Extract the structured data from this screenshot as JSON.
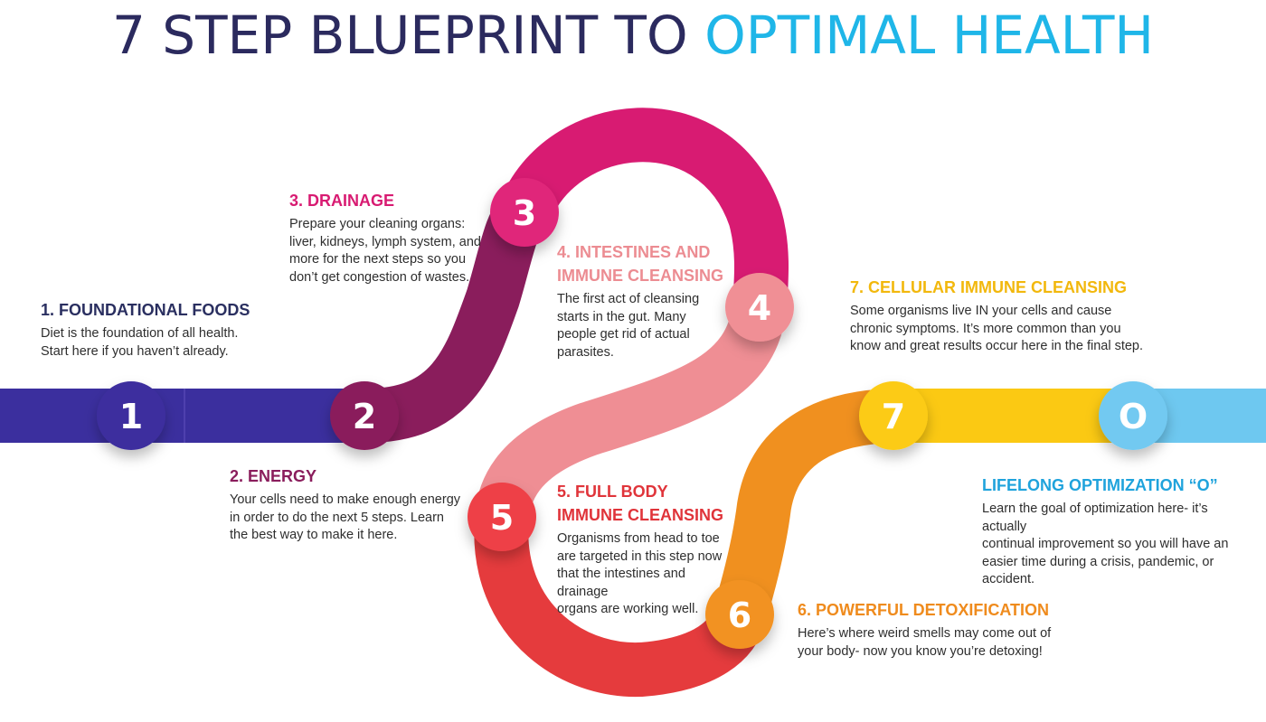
{
  "title": {
    "main": "7 STEP BLUEPRINT TO",
    "accent": "OPTIMAL HEALTH"
  },
  "colors": {
    "navy": "#2a2f60",
    "indigo": "#3b2f9e",
    "plum": "#8a1d5c",
    "magenta": "#d81b72",
    "pink": "#ef8e94",
    "red": "#e53b3d",
    "orange": "#f0901f",
    "yellow": "#fbc913",
    "sky": "#6ec8f0"
  },
  "nodes": [
    {
      "label": "1",
      "color": "#3d2f9e"
    },
    {
      "label": "2",
      "color": "#8a1d5c"
    },
    {
      "label": "3",
      "color": "#e0267a"
    },
    {
      "label": "4",
      "color": "#f08f95"
    },
    {
      "label": "5",
      "color": "#ee4146"
    },
    {
      "label": "6",
      "color": "#f29221"
    },
    {
      "label": "7",
      "color": "#fccb14"
    },
    {
      "label": "O",
      "color": "#72c9f1"
    }
  ],
  "steps": [
    {
      "heading": "1. FOUNDATIONAL FOODS",
      "lines": [
        "Diet is the foundation of all health.",
        "Start here if you haven’t already."
      ]
    },
    {
      "heading": "2. ENERGY",
      "lines": [
        "Your cells need to make enough energy",
        "in order to do the next 5 steps.  Learn",
        "the best way to make it here."
      ]
    },
    {
      "heading": "3. DRAINAGE",
      "lines": [
        "Prepare your cleaning organs:",
        "liver, kidneys, lymph system, and",
        "more for the next steps so you",
        "don’t get congestion of wastes."
      ]
    },
    {
      "heading_lines": [
        "4. INTESTINES AND",
        "IMMUNE CLEANSING"
      ],
      "lines": [
        "The first act of cleansing",
        "starts in the gut. Many",
        "people get rid of actual",
        "parasites."
      ]
    },
    {
      "heading_lines": [
        "5. FULL BODY",
        "IMMUNE CLEANSING"
      ],
      "lines": [
        "Organisms from head to toe",
        "are targeted in this step now",
        "that the intestines and drainage",
        "organs are working well."
      ]
    },
    {
      "heading": "6. POWERFUL DETOXIFICATION",
      "lines": [
        "Here’s where weird smells may come out of",
        "your body- now you know you’re detoxing!"
      ]
    },
    {
      "heading": "7. CELLULAR IMMUNE CLEANSING",
      "lines": [
        "Some organisms live IN your cells and cause",
        "chronic symptoms. It’s more common than you",
        "know and great results occur here in the final step."
      ]
    },
    {
      "heading": "LIFELONG OPTIMIZATION “O”",
      "lines": [
        "Learn the goal of optimization here- it’s actually",
        "continual improvement so you will have an",
        "easier time during a crisis, pandemic, or accident."
      ]
    }
  ]
}
